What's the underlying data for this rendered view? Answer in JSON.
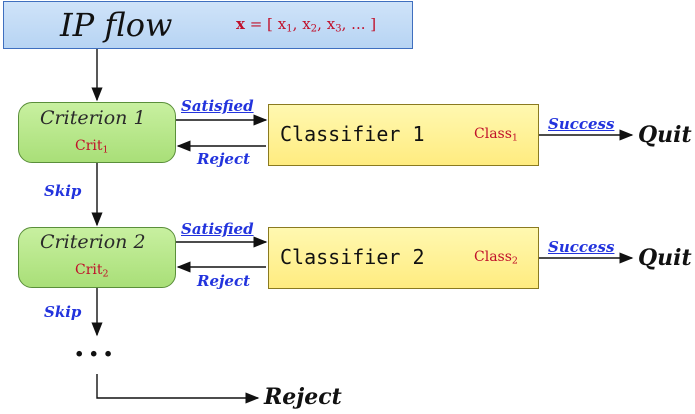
{
  "header": {
    "title": "IP flow",
    "vector_var": "x",
    "vector_eq": " = [ ",
    "x1": "x",
    "x1_sub": "1",
    "x2": "x",
    "x2_sub": "2",
    "x3": "x",
    "x3_sub": "3",
    "vector_tail": ", ... ]"
  },
  "criteria": [
    {
      "label": "Criterion 1",
      "crit": "Crit",
      "crit_sub": "1"
    },
    {
      "label": "Criterion 2",
      "crit": "Crit",
      "crit_sub": "2"
    }
  ],
  "classifiers": [
    {
      "label": "Classifier 1",
      "cls": "Class",
      "cls_sub": "1"
    },
    {
      "label": "Classifier 2",
      "cls": "Class",
      "cls_sub": "2"
    }
  ],
  "edges": {
    "satisfied": "Satisfied",
    "reject": "Reject",
    "skip": "Skip",
    "success": "Success",
    "quit": "Quit",
    "final_reject": "Reject",
    "ellipsis": "..."
  },
  "colors": {
    "header_fill": "#b7d4f3",
    "criterion_fill": "#a9df78",
    "classifier_fill": "#ffec80",
    "edge_label": "#2233dd",
    "subscript_red": "#c0102a"
  }
}
